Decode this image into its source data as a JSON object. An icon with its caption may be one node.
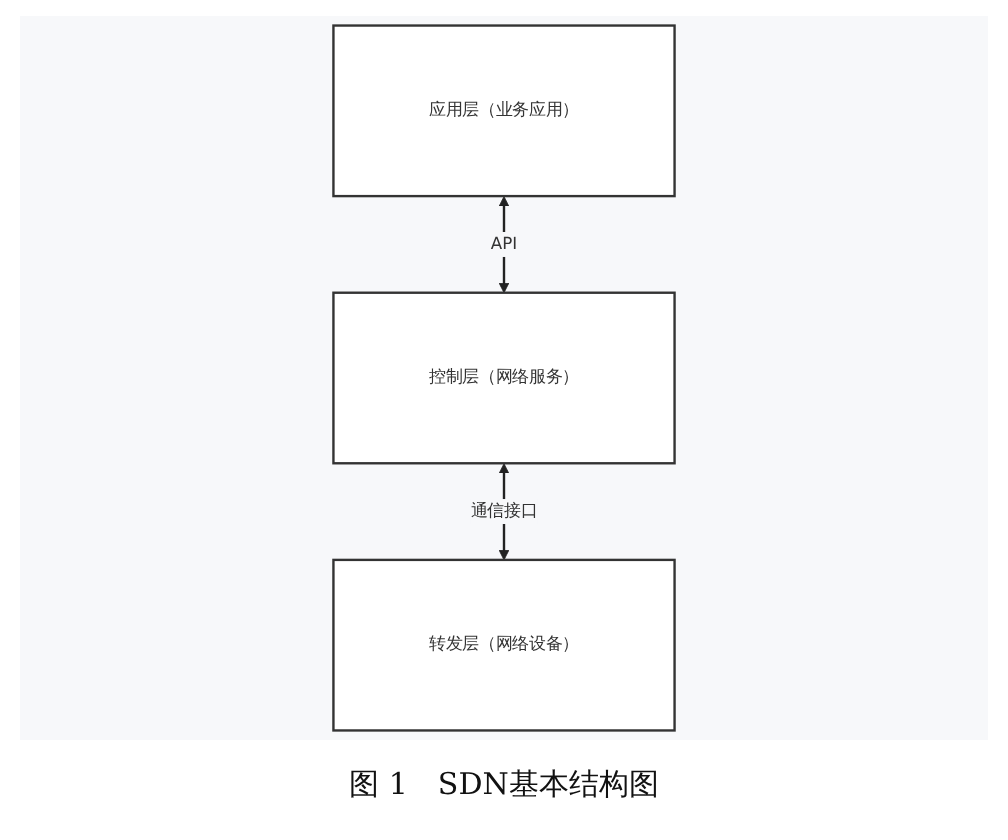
{
  "diagram": {
    "caption": "图 1　SDN基本结构图",
    "nodes": [
      {
        "text": [
          "应用层（业务应用）"
        ]
      },
      {
        "text": [
          "控制层（网络服务）"
        ]
      },
      {
        "text": [
          "转发层（网络设备）"
        ]
      }
    ],
    "edges": [
      {
        "from": 0,
        "to": 1,
        "arrow": "both",
        "label": "API"
      },
      {
        "from": 1,
        "to": 2,
        "arrow": "both",
        "label": "通信接口"
      }
    ]
  }
}
